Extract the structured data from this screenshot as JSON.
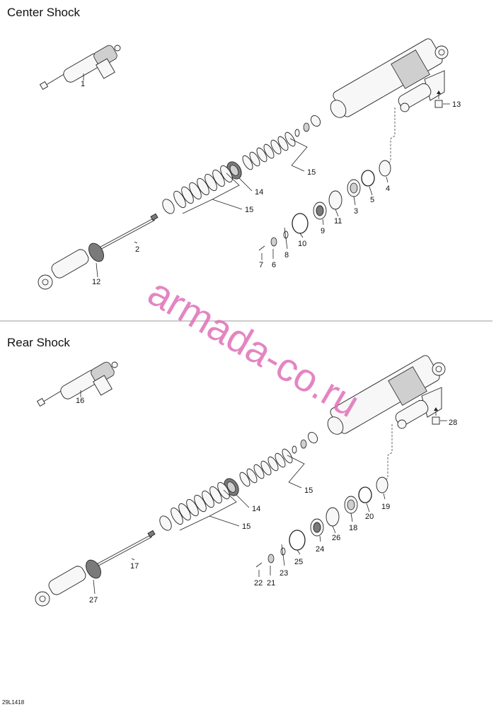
{
  "sections": [
    {
      "title": "Center Shock",
      "callouts": [
        "1",
        "2",
        "3",
        "4",
        "5",
        "6",
        "7",
        "8",
        "9",
        "10",
        "11",
        "12",
        "13",
        "14",
        "15",
        "15"
      ]
    },
    {
      "title": "Rear Shock",
      "callouts": [
        "16",
        "17",
        "18",
        "19",
        "20",
        "21",
        "22",
        "23",
        "24",
        "25",
        "26",
        "27",
        "28",
        "14",
        "15",
        "15"
      ]
    }
  ],
  "reference_code": "29L1418",
  "watermark": "armada-co.ru",
  "colors": {
    "watermark": "#e070b8",
    "lines": "#222222",
    "background": "#ffffff"
  }
}
